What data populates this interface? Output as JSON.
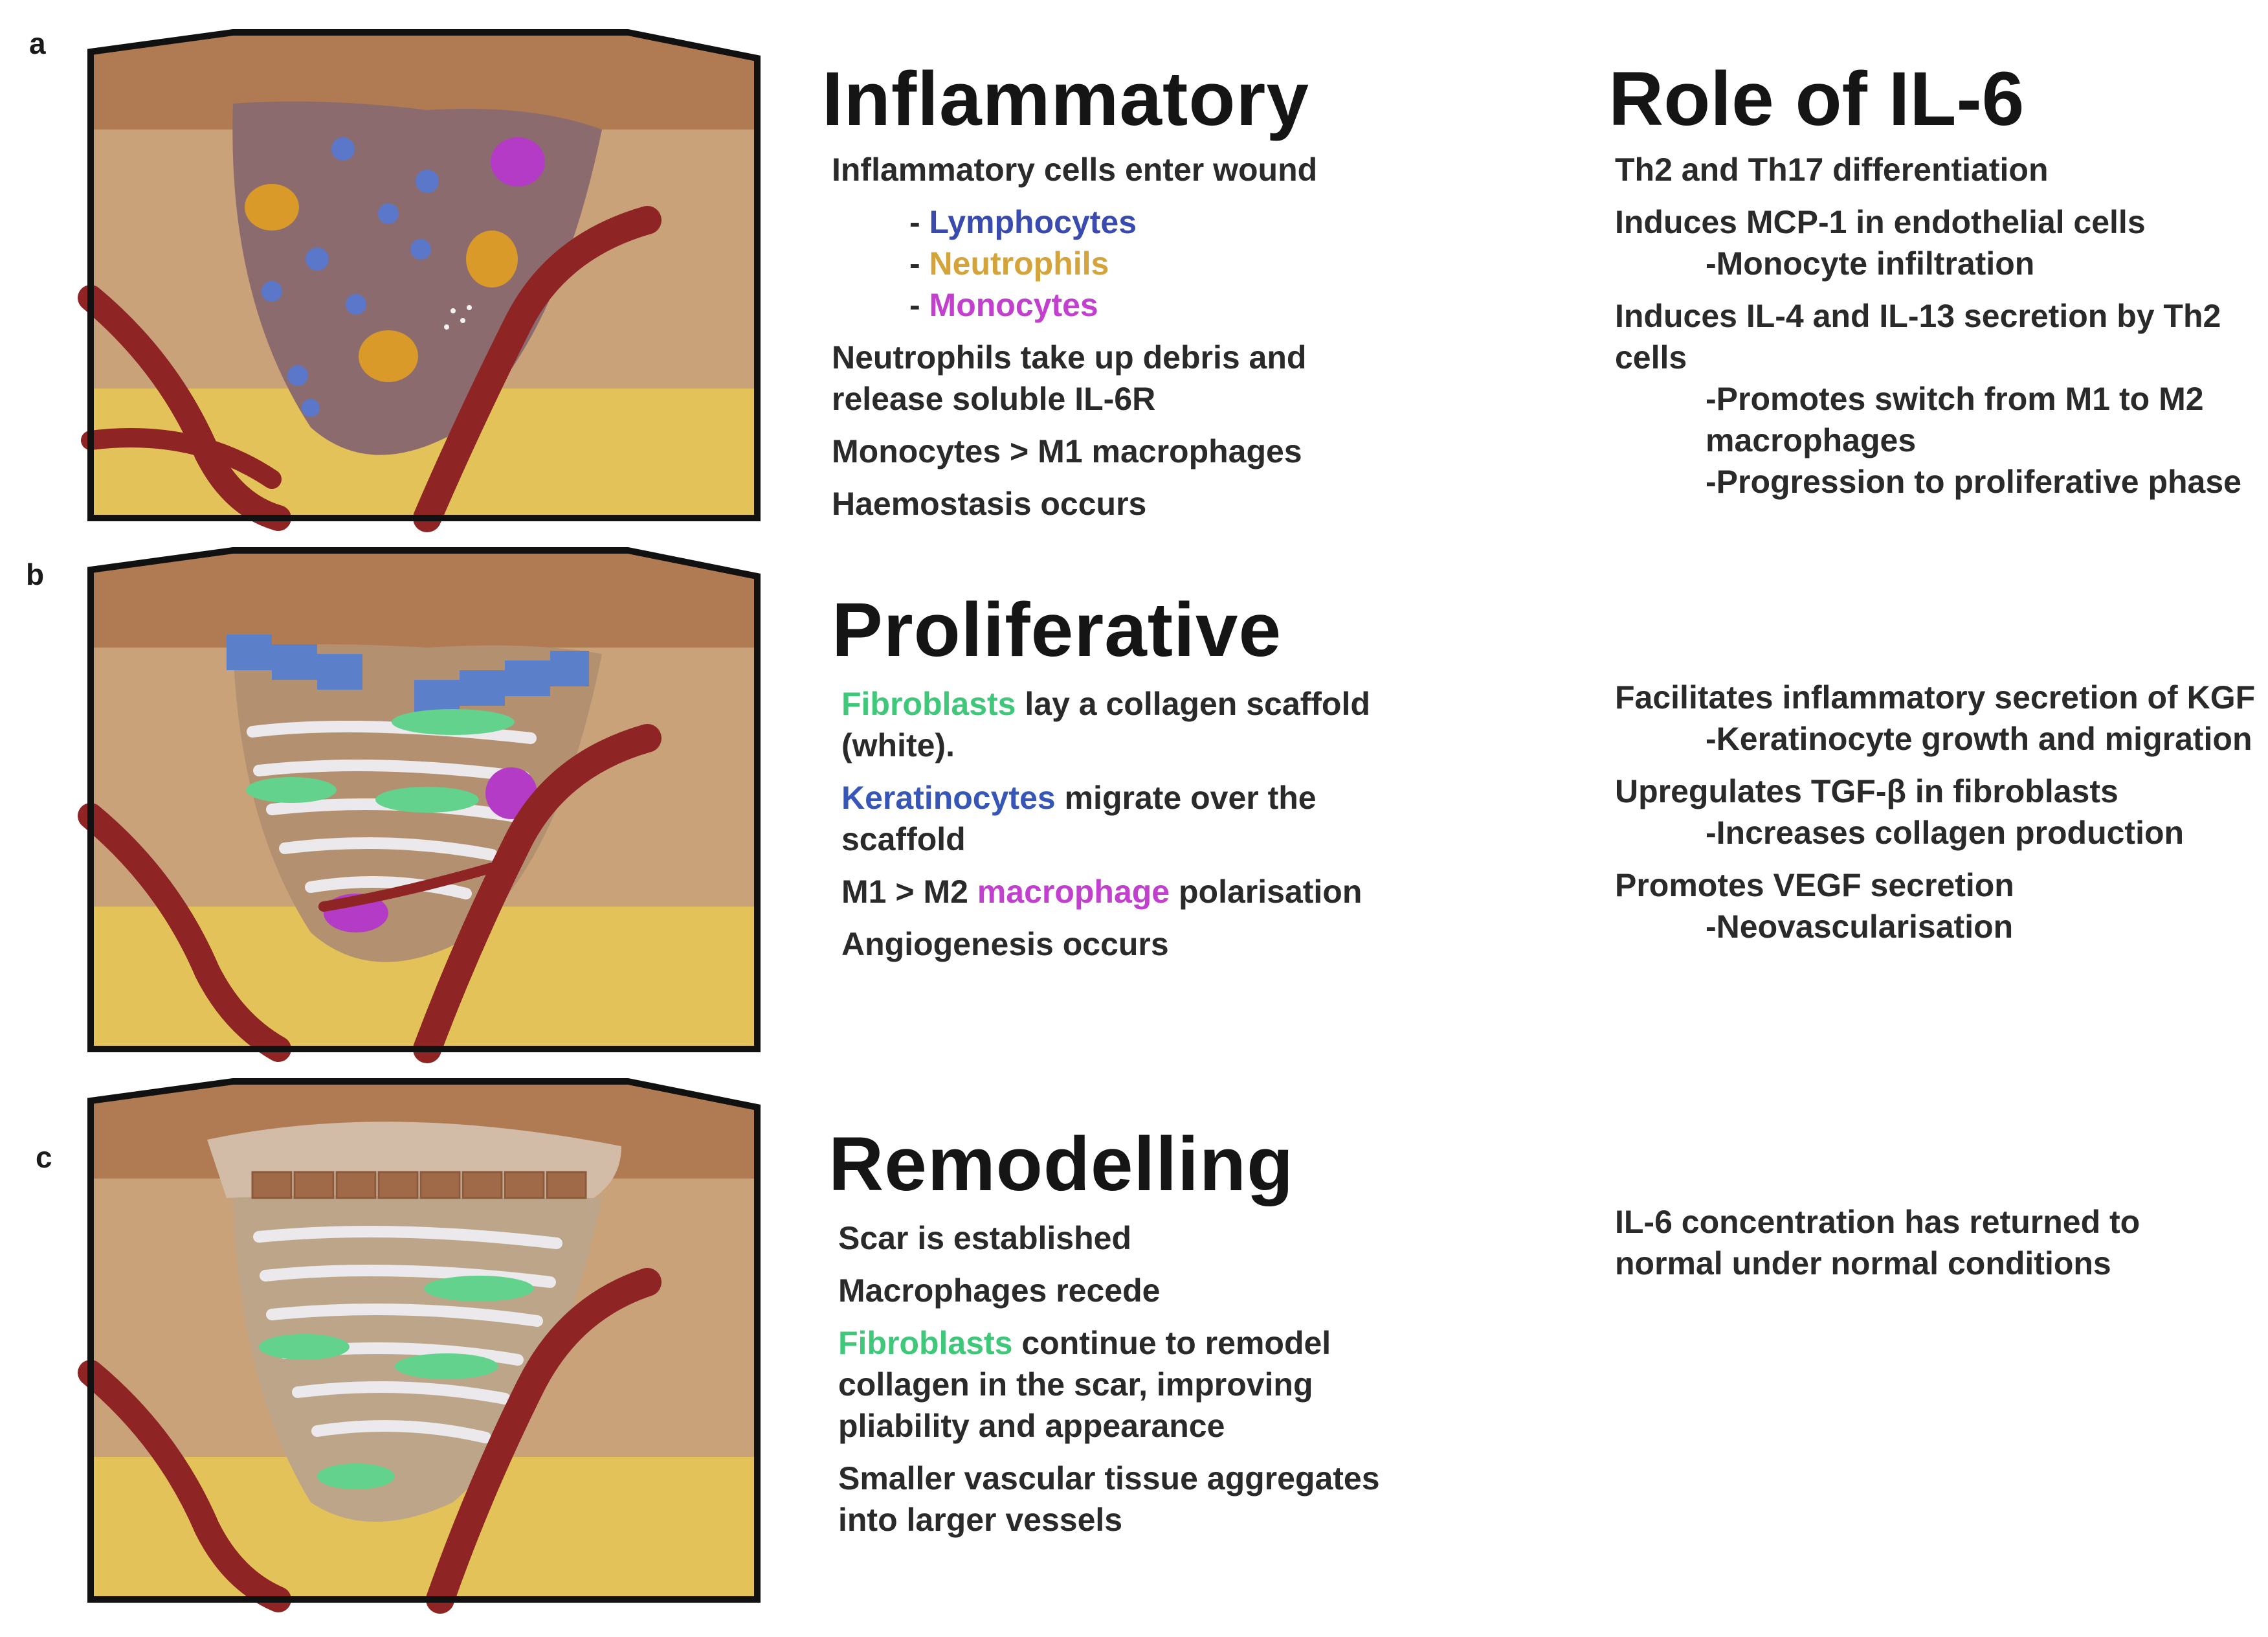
{
  "panels": {
    "a": {
      "letter": "a",
      "title": "Inflammatory",
      "intro": "Inflammatory cells enter wound",
      "bullets": [
        {
          "prefix": "- ",
          "label": "Lymphocytes",
          "color": "#3a4bb0"
        },
        {
          "prefix": "- ",
          "label": "Neutrophils",
          "color": "#d4a43a"
        },
        {
          "prefix": "- ",
          "label": "Monocytes",
          "color": "#c23fcf"
        }
      ],
      "lines": [
        "Neutrophils take up debris and release soluble IL-6R",
        "Monocytes > M1 macrophages",
        "Haemostasis occurs"
      ]
    },
    "b": {
      "letter": "b",
      "title": "Proliferative",
      "lines": [
        {
          "highlight": "Fibroblasts",
          "rest": " lay a collagen scaffold (white)."
        },
        {
          "highlight": "Keratinocytes",
          "rest": " migrate over the scaffold"
        },
        {
          "pre": "M1 > M2 ",
          "highlight": "macrophage",
          "rest": " polarisation"
        },
        {
          "rest": "Angiogenesis occurs"
        }
      ]
    },
    "c": {
      "letter": "c",
      "title": "Remodelling",
      "lines": [
        {
          "rest": "Scar is established"
        },
        {
          "rest": "Macrophages recede"
        },
        {
          "highlight": "Fibroblasts",
          "rest": " continue to remodel collagen in the scar, improving pliability and appearance"
        },
        {
          "rest": "Smaller vascular tissue aggregates into larger vessels"
        }
      ]
    }
  },
  "il6": {
    "title": "Role of IL-6",
    "inflammatory": {
      "p1": "Th2 and Th17 differentiation",
      "p2": "Induces MCP-1 in endothelial cells",
      "p2_sub": "-Monocyte infiltration",
      "p3": "Induces IL-4 and IL-13 secretion by Th2 cells",
      "p3_sub1": "-Promotes switch from M1 to M2 macrophages",
      "p3_sub2": "-Progression to proliferative phase"
    },
    "proliferative": {
      "p1": "Facilitates inflammatory secretion of KGF",
      "p1_sub": "-Keratinocyte growth and migration",
      "p2": "Upregulates TGF-β in fibroblasts",
      "p2_sub": "-Increases collagen production",
      "p3": "Promotes VEGF secretion",
      "p3_sub": "-Neovascularisation"
    },
    "remodelling": {
      "p1": "IL-6 concentration has returned to normal under normal conditions"
    }
  },
  "colors": {
    "skin_top": "#c08a5e",
    "dermis": "#c9a27a",
    "fat": "#e3c25a",
    "vessel": "#8e2424",
    "wound": "#8c6b6e",
    "lymphocyte": "#5b77c9",
    "neutrophil": "#d99a2a",
    "monocyte": "#b43bc6",
    "fibroblast": "#62d28c",
    "keratinocyte": "#5b7fc9"
  }
}
